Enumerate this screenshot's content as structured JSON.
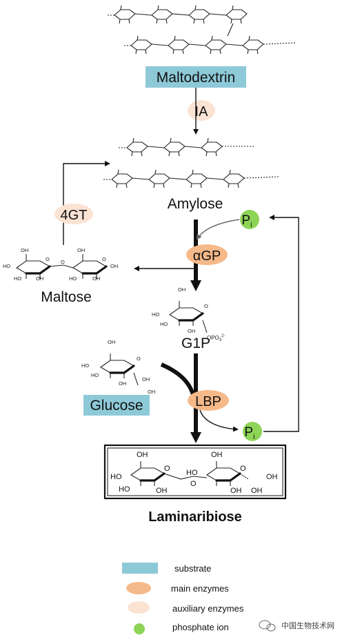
{
  "nodes": {
    "maltodextrin": "Maltodextrin",
    "amylose": "Amylose",
    "maltose": "Maltose",
    "g1p": "G1P",
    "glucose": "Glucose",
    "laminaribiose": "Laminaribiose"
  },
  "enzymes": {
    "ia": "IA",
    "fourgt": "4GT",
    "agp": "αGP",
    "lbp": "LBP"
  },
  "phosphate": {
    "p": "P",
    "sub": "i"
  },
  "g1p_group": {
    "prefix": "OPO",
    "sub": "3",
    "sup": "2-"
  },
  "atoms": {
    "oh": "OH",
    "ho": "HO",
    "o": "O"
  },
  "legend": {
    "items": [
      {
        "label": "substrate",
        "color": "#8ec9d8"
      },
      {
        "label": "main enzymes",
        "color": "#f5b98a"
      },
      {
        "label": "auxiliary enzymes",
        "color": "#fbe3d4"
      },
      {
        "label": "phosphate ion",
        "color": "#8ed457"
      }
    ]
  },
  "watermark": "中国生物技术网",
  "colors": {
    "substrate": "#8ec9d8",
    "main_enzyme": "#f5b98a",
    "aux_enzyme": "#fbe3d4",
    "phosphate": "#8ed457"
  }
}
